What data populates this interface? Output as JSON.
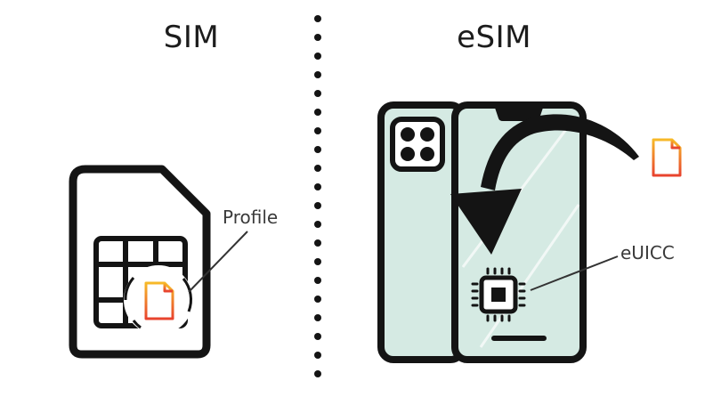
{
  "sim": {
    "title": "SIM",
    "profile_label": "Profile"
  },
  "esim": {
    "title": "eSIM",
    "euicc_label": "eUICC"
  },
  "colors": {
    "outline": "#141414",
    "phone_fill": "#d5eae3",
    "doc_gradient_top": "#f7b928",
    "doc_gradient_bottom": "#e8432e"
  }
}
